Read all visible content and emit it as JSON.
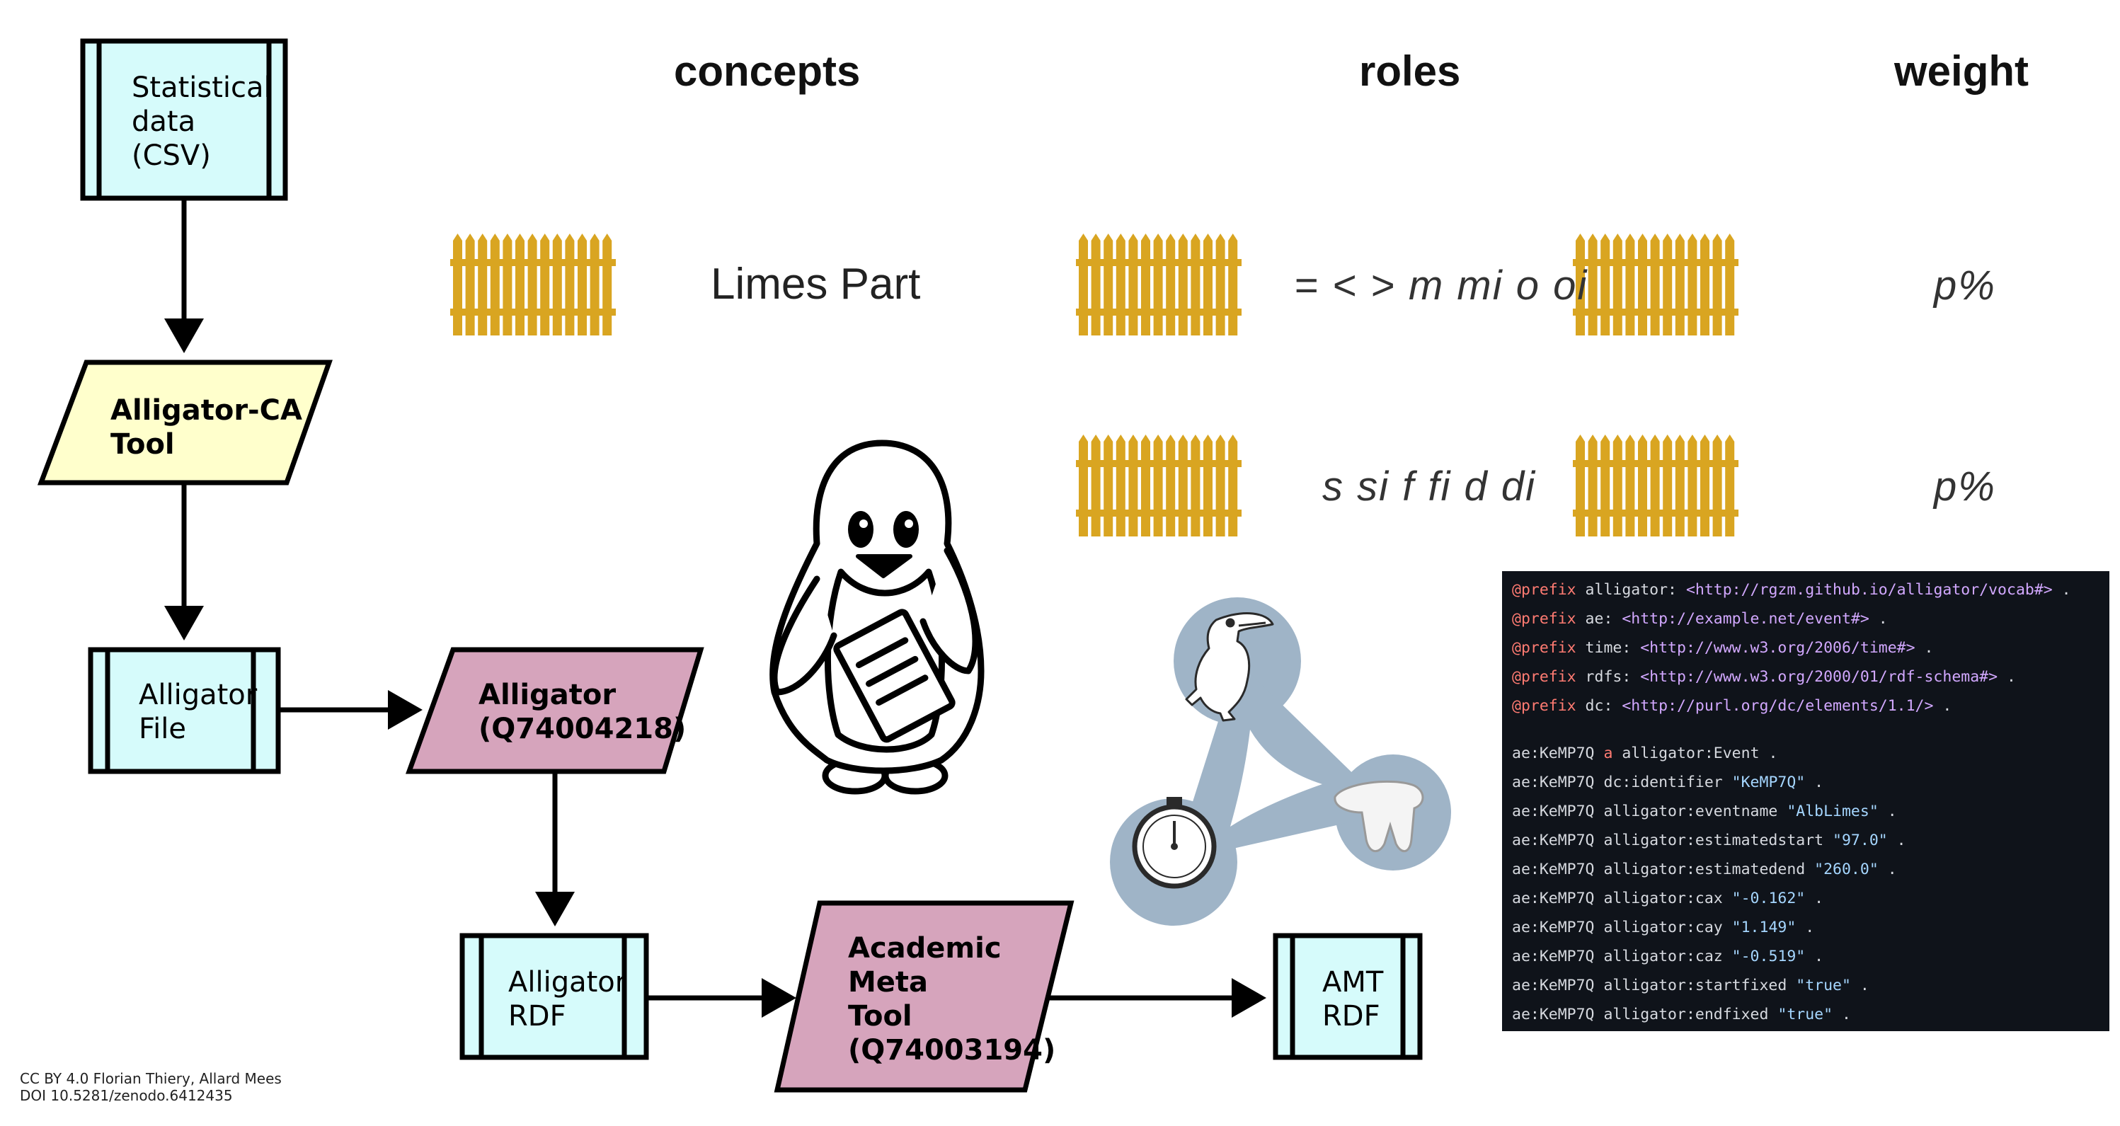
{
  "flow": {
    "statistical_data": "Statistical\ndata\n(CSV)",
    "ca_tool": "Alligator-CA\nTool",
    "alligator_file": "Alligator\nFile",
    "alligator_wikidata": "Alligator\n(Q74004218)",
    "alligator_rdf": "Alligator\nRDF",
    "amt_wikidata": "Academic\nMeta\nTool\n(Q74003194)",
    "amt_rdf": "AMT\nRDF"
  },
  "headers": {
    "concepts": "concepts",
    "roles": "roles",
    "weight": "weight"
  },
  "rows": [
    {
      "concept": "Limes Part",
      "role": "= < > m mi o oi",
      "weight": "p%"
    },
    {
      "concept": "",
      "role": "s si f fi d di",
      "weight": "p%"
    }
  ],
  "icons": [
    "fence-icon",
    "penguin-icon",
    "alligator-icon",
    "stopwatch-icon",
    "tooth-icon"
  ],
  "colors": {
    "data_box": "#d6fbfb",
    "tool_box": "#ffffcc",
    "wikidata_box": "#d6a4bc",
    "fence": "#d9a521",
    "network": "#9fb4c7",
    "code_bg": "#0f131a"
  },
  "code": [
    {
      "kw": "@prefix",
      "text": " alligator: ",
      "uri": "<http://rgzm.github.io/alligator/vocab#>",
      "end": " ."
    },
    {
      "kw": "@prefix",
      "text": " ae: ",
      "uri": "<http://example.net/event#>",
      "end": " ."
    },
    {
      "kw": "@prefix",
      "text": " time: ",
      "uri": "<http://www.w3.org/2006/time#>",
      "end": " ."
    },
    {
      "kw": "@prefix",
      "text": " rdfs: ",
      "uri": "<http://www.w3.org/2000/01/rdf-schema#>",
      "end": " ."
    },
    {
      "kw": "@prefix",
      "text": " dc: ",
      "uri": "<http://purl.org/dc/elements/1.1/>",
      "end": " ."
    },
    {
      "subj": "ae:KeMP7Q ",
      "kw": "a",
      "text": " alligator:Event ."
    },
    {
      "text": "ae:KeMP7Q dc:identifier ",
      "str": "\"KeMP7Q\"",
      "end": " ."
    },
    {
      "text": "ae:KeMP7Q alligator:eventname ",
      "str": "\"AlbLimes\"",
      "end": " ."
    },
    {
      "text": "ae:KeMP7Q alligator:estimatedstart ",
      "str": "\"97.0\"",
      "end": " ."
    },
    {
      "text": "ae:KeMP7Q alligator:estimatedend ",
      "str": "\"260.0\"",
      "end": " ."
    },
    {
      "text": "ae:KeMP7Q alligator:cax ",
      "str": "\"-0.162\"",
      "end": " ."
    },
    {
      "text": "ae:KeMP7Q alligator:cay ",
      "str": "\"1.149\"",
      "end": " ."
    },
    {
      "text": "ae:KeMP7Q alligator:caz ",
      "str": "\"-0.519\"",
      "end": " ."
    },
    {
      "text": "ae:KeMP7Q alligator:startfixed ",
      "str": "\"true\"",
      "end": " ."
    },
    {
      "text": "ae:KeMP7Q alligator:endfixed ",
      "str": "\"true\"",
      "end": " ."
    }
  ],
  "footer": {
    "license": "CC BY 4.0 Florian Thiery, Allard Mees",
    "doi": "DOI 10.5281/zenodo.6412435"
  }
}
